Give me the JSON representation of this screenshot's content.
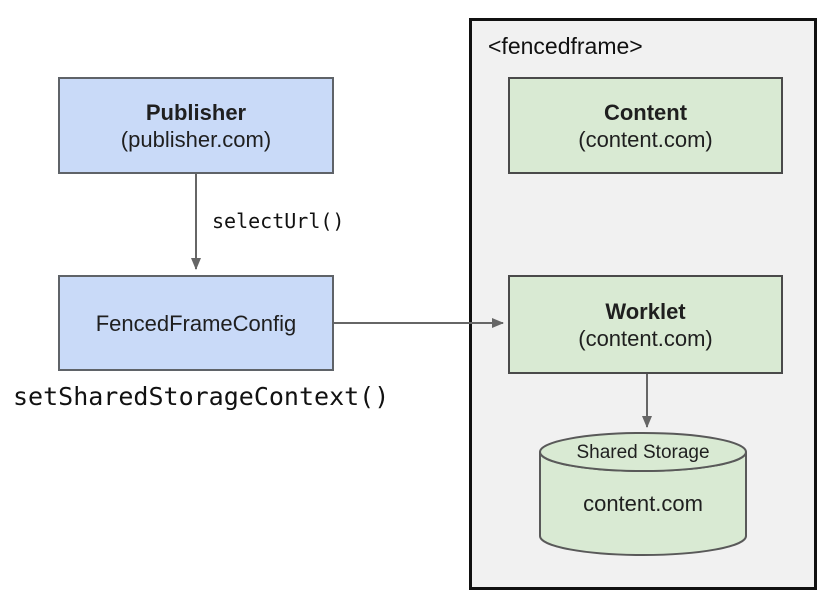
{
  "colors": {
    "blue_box_fill": "#c9daf8",
    "blue_box_border": "#5f6368",
    "green_box_fill": "#d9ead3",
    "green_box_border": "#4a4a4a",
    "frame_fill": "#f1f1f1",
    "frame_border": "#111111",
    "arrow": "#666666"
  },
  "publisher": {
    "title": "Publisher",
    "subtitle": "(publisher.com)"
  },
  "fenced_frame_config": {
    "label": "FencedFrameConfig"
  },
  "labels": {
    "select_url": "selectUrl()",
    "set_shared_storage_context": "setSharedStorageContext()"
  },
  "fencedframe": {
    "title": "<fencedframe>",
    "content": {
      "title": "Content",
      "subtitle": "(content.com)"
    },
    "worklet": {
      "title": "Worklet",
      "subtitle": "(content.com)"
    },
    "shared_storage": {
      "title": "Shared Storage",
      "domain": "content.com"
    }
  }
}
